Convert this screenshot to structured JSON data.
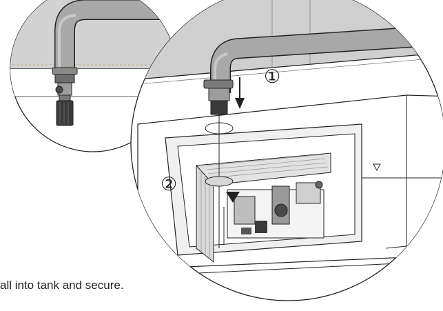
{
  "instruction": {
    "caption": "all into tank and secure."
  },
  "steps": [
    {
      "number": "1",
      "label": "①"
    },
    {
      "number": "2",
      "label": "②"
    }
  ],
  "colors": {
    "line": "#222222",
    "pipe_fill": "#a8a8a8",
    "pipe_dark": "#7a7a7a",
    "wall_fill": "#cfcfcf",
    "module_fill": "#e2e2e2",
    "dark_part": "#3a3a3a"
  },
  "icons": {
    "down_arrow": "down-arrow-icon",
    "tank_marker": "triangle-marker-icon"
  }
}
